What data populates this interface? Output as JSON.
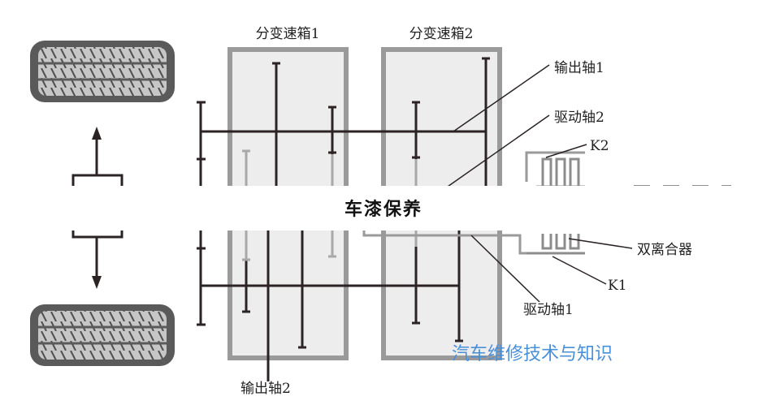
{
  "labels": {
    "gearbox1": "分变速箱1",
    "gearbox2": "分变速箱2",
    "output_shaft1": "输出轴1",
    "drive_shaft2": "驱动轴2",
    "k2": "K2",
    "dual_clutch": "双离合器",
    "k1": "K1",
    "drive_shaft1": "驱动轴1",
    "output_shaft2": "输出轴2"
  },
  "banner": "车漆保养",
  "watermark": "汽车维修技术与知识",
  "colors": {
    "shaft": "#2b2324",
    "gear_light": "#a8a8a8",
    "box_border": "#999999",
    "box_fill": "#ededed",
    "tire_dark": "#5a5a5a",
    "tire_light": "#bcbcbc",
    "watermark": "#4a90d9"
  }
}
